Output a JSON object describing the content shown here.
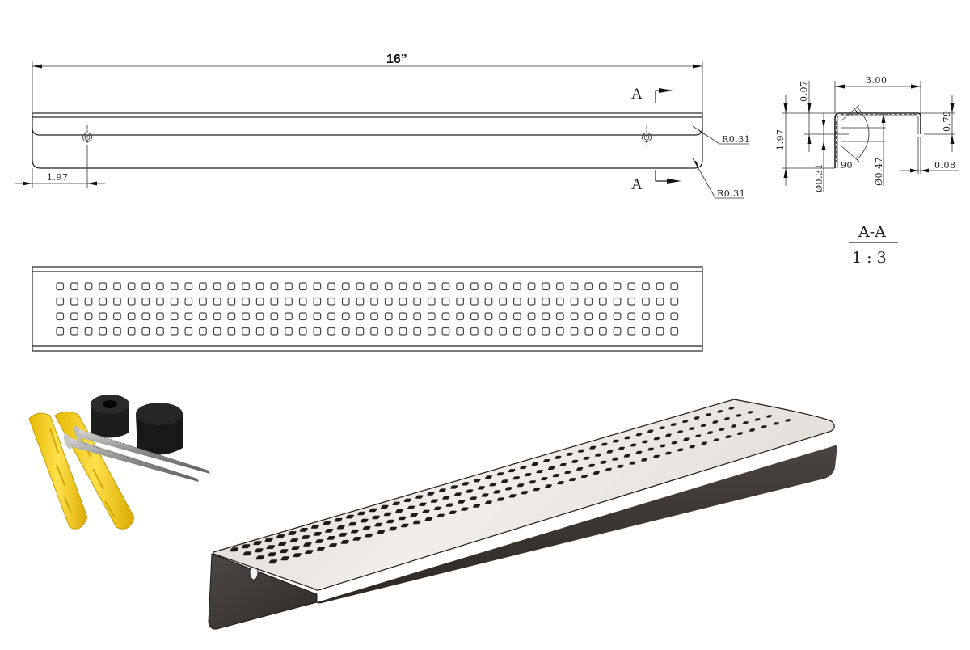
{
  "drawing": {
    "overall_length_label": "16”",
    "front_view": {
      "hole_offset_label": "1.97",
      "corner_radius_top_label": "R0.31",
      "corner_radius_bottom_label": "R0.31",
      "section_marker_top": "A",
      "section_marker_bottom": "A"
    },
    "section_view": {
      "width_label": "3.00",
      "height_label": "1.97",
      "lip_offset_label": "0.07",
      "lip_height_label": "0.79",
      "thickness_label": "0.08",
      "hole_dia_small_label": "Ø0.31",
      "hole_dia_large_label": "Ø0.47",
      "angle_label": "90",
      "section_name": "A-A",
      "scale_label": "1 : 3"
    },
    "top_view": {
      "hole_rows": 4,
      "hole_columns": 44,
      "hole_shape": "rounded-square"
    }
  },
  "render": {
    "product": "perforated-stainless-shelf",
    "finish_top": "brushed stainless steel",
    "finish_side": "dark charcoal",
    "colors": {
      "steel": "#e9e6e2",
      "side": "#3a3533",
      "hole": "#1e1b1a",
      "anchor_yellow": "#f2cc1a",
      "rubber_black": "#1a1a1a",
      "screw_silver": "#9c9c9a"
    }
  },
  "hardware": {
    "items": [
      {
        "name": "wall anchor",
        "count": 2
      },
      {
        "name": "wood screw",
        "count": 2
      },
      {
        "name": "rubber spacer",
        "count": 2
      }
    ]
  }
}
